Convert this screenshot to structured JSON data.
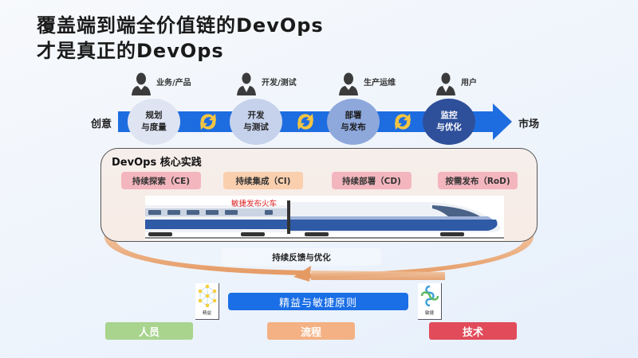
{
  "title": {
    "line1": "覆盖端到端全价值链的DevOps",
    "line2": "才是真正的DevOps"
  },
  "roles": [
    {
      "label": "业务/产品",
      "icon": "person-female-icon"
    },
    {
      "label": "开发/测试",
      "icon": "person-male-icon"
    },
    {
      "label": "生产运维",
      "icon": "person-female-icon"
    },
    {
      "label": "用户",
      "icon": "person-male-icon"
    }
  ],
  "flow": {
    "start_label": "创意",
    "end_label": "市场",
    "stages": [
      {
        "label": "规划\n与度量",
        "bg": "#dfe4f2",
        "fg": "#222222"
      },
      {
        "label": "开发\n与测试",
        "bg": "#c6d2ec",
        "fg": "#222222"
      },
      {
        "label": "部署\n与发布",
        "bg": "#8ea8dc",
        "fg": "#1a1a1a"
      },
      {
        "label": "监控\n与优化",
        "bg": "#2e4f9a",
        "fg": "#ffffff"
      }
    ],
    "arrow_color": "#1e6de0",
    "sync_icon_color": "#f4c542"
  },
  "core": {
    "title": "DevOps 核心实践",
    "practices": [
      {
        "label": "持续探索（CE)",
        "color": "#f3b6be"
      },
      {
        "label": "持续集成（CI)",
        "color": "#f9cfae"
      },
      {
        "label": "持续部署（CD)",
        "color": "#f3b6be"
      },
      {
        "label": "按需发布（RoD)",
        "color": "#f3b6be"
      }
    ],
    "train_label": "敏捷发布火车"
  },
  "feedback": {
    "label": "持续反馈与优化",
    "loop_color": "#e8a878"
  },
  "principle": {
    "label": "精益与敏捷原则",
    "lean_caption": "精益",
    "agile_caption": "敏捷"
  },
  "pillars": [
    {
      "label": "人员",
      "color": "#a8d48e"
    },
    {
      "label": "流程",
      "color": "#f4b183"
    },
    {
      "label": "技术",
      "color": "#e14b5a"
    }
  ]
}
